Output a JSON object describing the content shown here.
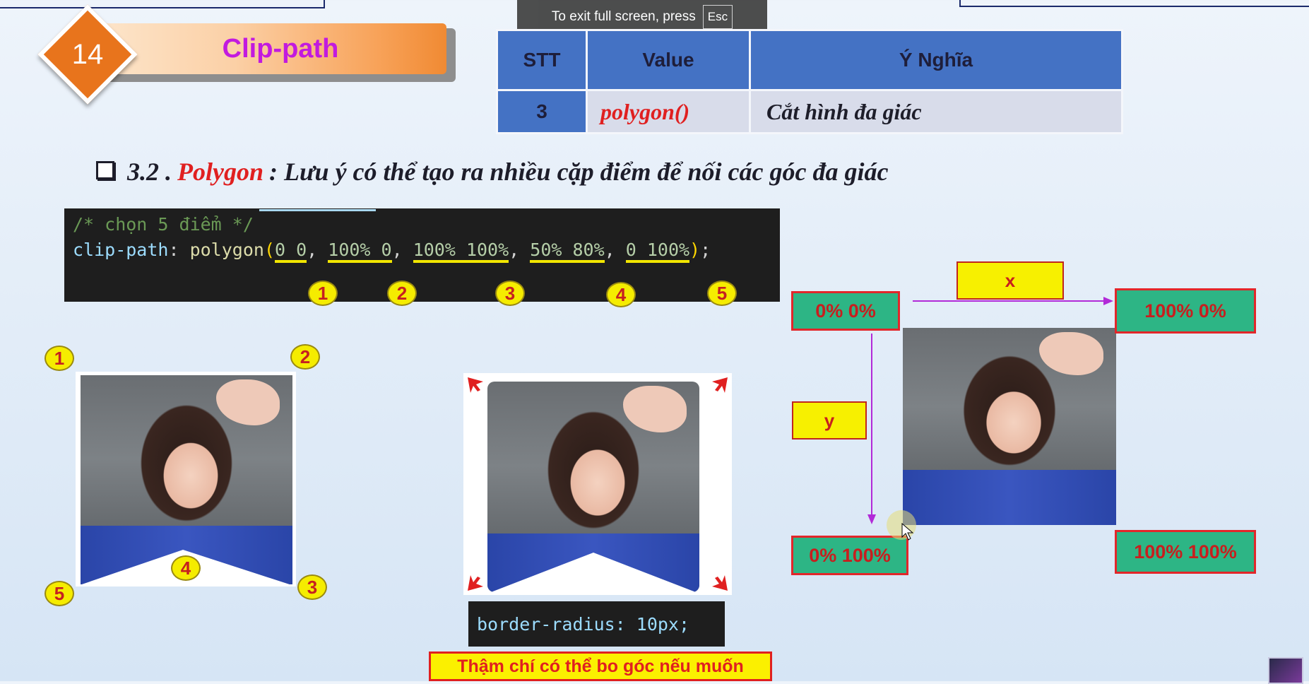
{
  "fullscreen_toast": {
    "text": "To exit full screen, press",
    "key": "Esc"
  },
  "slide": {
    "number": "14",
    "title": "Clip-path"
  },
  "table": {
    "headers": [
      "STT",
      "Value",
      "Ý Nghĩa"
    ],
    "row": {
      "stt": "3",
      "value": "polygon()",
      "meaning": "Cắt hình đa giác"
    }
  },
  "heading": {
    "prefix": "3.2 .",
    "keyword": "Polygon",
    "rest": ": Lưu ý có thể tạo ra nhiều cặp điểm để nối các góc đa giác"
  },
  "code": {
    "comment": "/* chọn 5 điểm */",
    "property": "clip-path",
    "func": "polygon",
    "points": [
      "0 0",
      "100% 0",
      "100% 100%",
      "50% 80%",
      "0 100%"
    ]
  },
  "badges": [
    "1",
    "2",
    "3",
    "4",
    "5"
  ],
  "axis": {
    "x": "x",
    "y": "y"
  },
  "corners": {
    "top_left": "0% 0%",
    "top_right": "100% 0%",
    "bottom_left": "0% 100%",
    "bottom_right": "100% 100%"
  },
  "radius_code": "border-radius: 10px;",
  "radius_note": "Thậm chí có thể bo góc nếu muốn",
  "colors": {
    "accent_orange": "#e8741c",
    "title_magenta": "#c21adf",
    "table_blue": "#4472c4",
    "red": "#e02020",
    "green": "#2db585",
    "yellow": "#f5ec00"
  }
}
